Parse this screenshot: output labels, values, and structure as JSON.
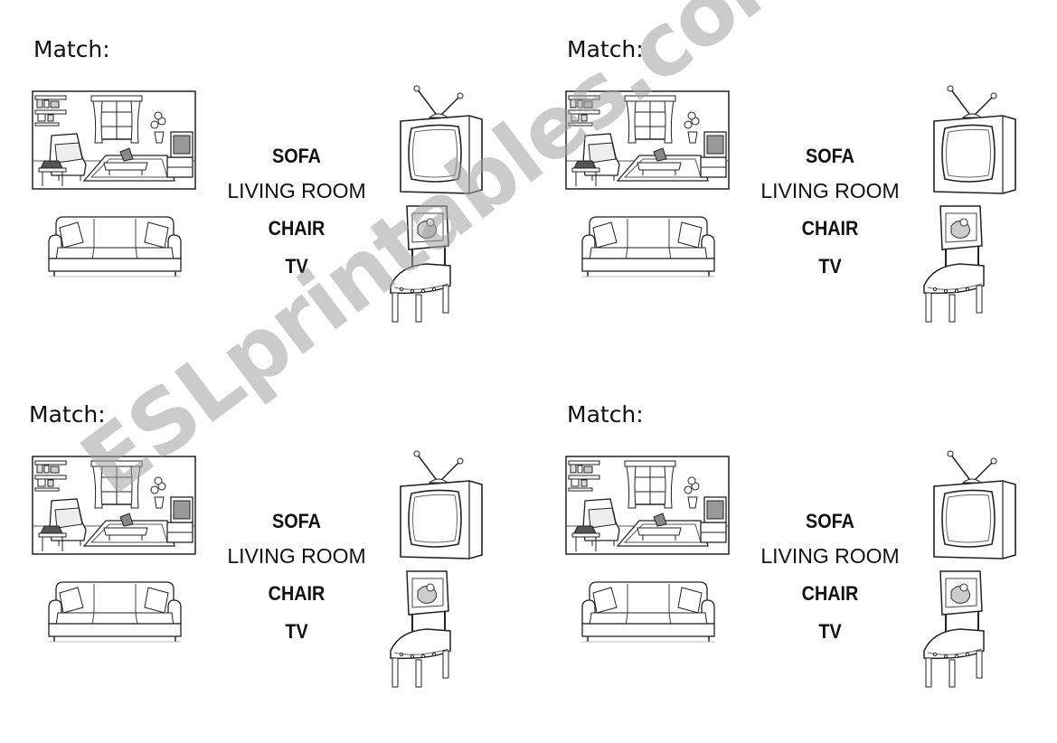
{
  "worksheet": {
    "match_label": "Match:",
    "words": [
      "SOFA",
      "LIVING ROOM",
      "CHAIR",
      "TV"
    ]
  },
  "watermark": {
    "text": "ESLprintables.com",
    "color": "#a0a0a0"
  },
  "pictures": [
    "living-room",
    "sofa",
    "tv",
    "chair"
  ]
}
